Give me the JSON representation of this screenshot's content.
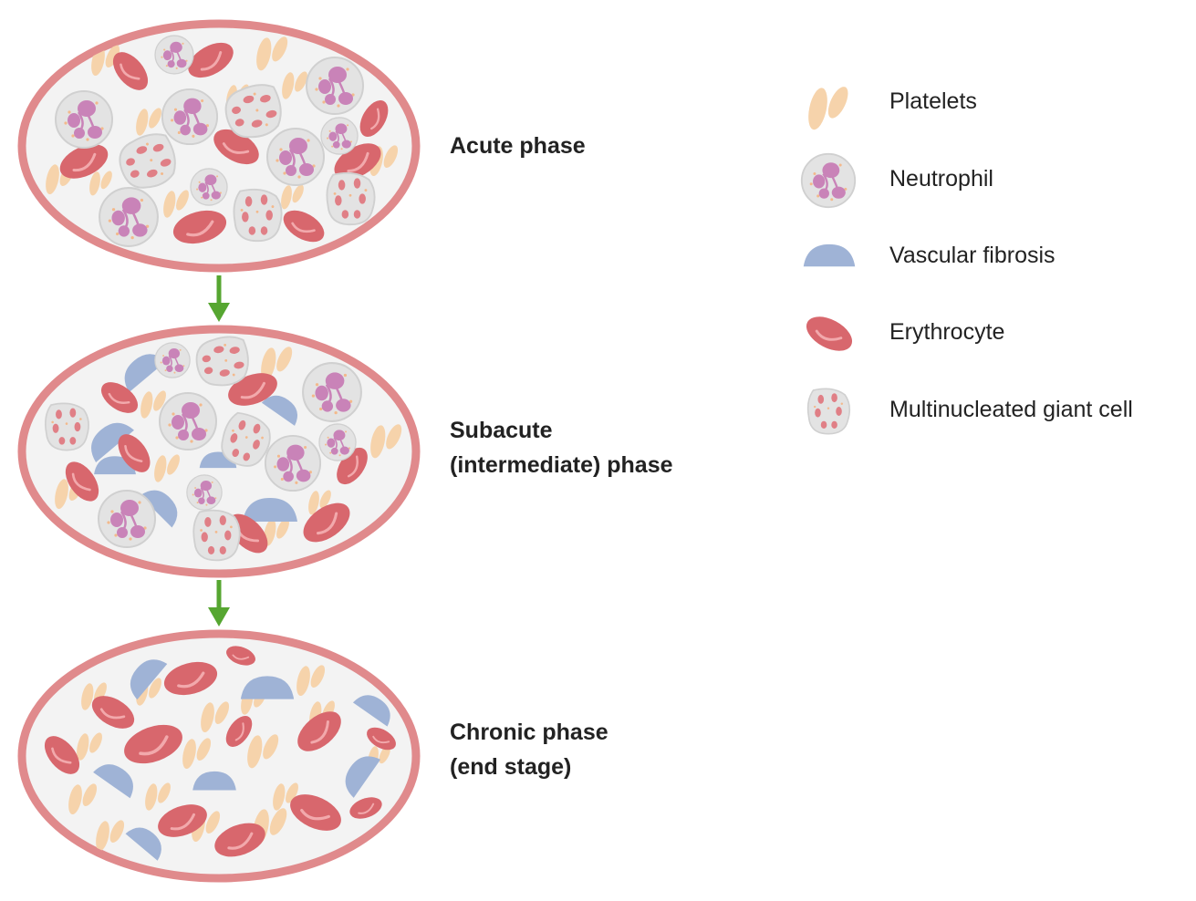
{
  "colors": {
    "vessel_wall": "#e08a8c",
    "vessel_lumen": "#f3f3f3",
    "platelet": "#f6d3ab",
    "erythrocyte": "#d8676d",
    "erythrocyte_highlight": "#f2a9ac",
    "fibrosis": "#9fb3d6",
    "cell_body": "#e3e3e3",
    "nucleus": "#c983b8",
    "arrow": "#56a631",
    "text": "#222222"
  },
  "phases": [
    {
      "id": "acute",
      "lines": [
        "Acute phase"
      ]
    },
    {
      "id": "subacute",
      "lines": [
        "Subacute",
        "(intermediate) phase"
      ]
    },
    {
      "id": "chronic",
      "lines": [
        "Chronic phase",
        "(end stage)"
      ]
    }
  ],
  "legend": [
    {
      "icon": "platelets-icon",
      "label": "Platelets"
    },
    {
      "icon": "neutrophil-icon",
      "label": "Neutrophil"
    },
    {
      "icon": "vascular-fibrosis-icon",
      "label": "Vascular fibrosis"
    },
    {
      "icon": "erythrocyte-icon",
      "label": "Erythrocyte"
    },
    {
      "icon": "multinucleated-giant-cell-icon",
      "label": "Multinucleated giant cell"
    }
  ]
}
